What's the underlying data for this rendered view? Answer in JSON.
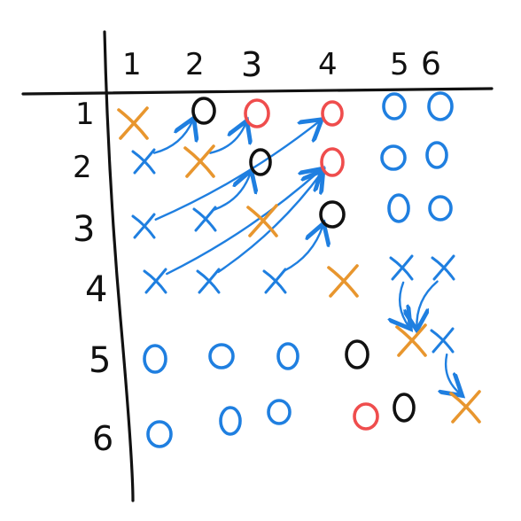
{
  "labels": {
    "columns": [
      "1",
      "2",
      "3",
      "4",
      "5",
      "6"
    ],
    "rows": [
      "1",
      "2",
      "3",
      "4",
      "5",
      "6"
    ]
  },
  "colors": {
    "ink": "#111111",
    "orange": "#e8962e",
    "blue": "#1f7fe0",
    "red": "#ef4d4d",
    "black": "#111111"
  },
  "grid": {
    "rows": [
      [
        {
          "mark": "X",
          "color": "orange"
        },
        {
          "mark": "O",
          "color": "black"
        },
        {
          "mark": "O",
          "color": "red"
        },
        {
          "mark": "O",
          "color": "red"
        },
        {
          "mark": "O",
          "color": "blue"
        },
        {
          "mark": "O",
          "color": "blue"
        }
      ],
      [
        {
          "mark": "X",
          "color": "blue"
        },
        {
          "mark": "X",
          "color": "orange"
        },
        {
          "mark": "O",
          "color": "black"
        },
        {
          "mark": "O",
          "color": "red"
        },
        {
          "mark": "O",
          "color": "blue"
        },
        {
          "mark": "O",
          "color": "blue"
        }
      ],
      [
        {
          "mark": "X",
          "color": "blue"
        },
        {
          "mark": "X",
          "color": "blue"
        },
        {
          "mark": "X",
          "color": "orange"
        },
        {
          "mark": "O",
          "color": "black"
        },
        {
          "mark": "O",
          "color": "blue"
        },
        {
          "mark": "O",
          "color": "blue"
        }
      ],
      [
        {
          "mark": "X",
          "color": "blue"
        },
        {
          "mark": "X",
          "color": "blue"
        },
        {
          "mark": "X",
          "color": "blue"
        },
        {
          "mark": "X",
          "color": "orange"
        },
        {
          "mark": "X",
          "color": "blue"
        },
        {
          "mark": "X",
          "color": "blue"
        }
      ],
      [
        {
          "mark": "O",
          "color": "blue"
        },
        {
          "mark": "O",
          "color": "blue"
        },
        {
          "mark": "O",
          "color": "blue"
        },
        {
          "mark": "O",
          "color": "black"
        },
        {
          "mark": "X",
          "color": "orange"
        },
        {
          "mark": "X",
          "color": "blue"
        }
      ],
      [
        {
          "mark": "O",
          "color": "blue"
        },
        {
          "mark": "O",
          "color": "blue"
        },
        {
          "mark": "O",
          "color": "blue"
        },
        {
          "mark": "O",
          "color": "red"
        },
        {
          "mark": "O",
          "color": "black"
        },
        {
          "mark": "X",
          "color": "orange"
        }
      ]
    ]
  },
  "arrows": [
    {
      "from": [
        2,
        1
      ],
      "to": [
        1,
        2
      ],
      "color": "blue"
    },
    {
      "from": [
        2,
        2
      ],
      "to": [
        1,
        3
      ],
      "color": "blue"
    },
    {
      "from": [
        3,
        1
      ],
      "to": [
        1,
        4
      ],
      "color": "blue"
    },
    {
      "from": [
        3,
        2
      ],
      "to": [
        2,
        3
      ],
      "color": "blue"
    },
    {
      "from": [
        4,
        1
      ],
      "to": [
        2,
        4
      ],
      "color": "blue"
    },
    {
      "from": [
        4,
        2
      ],
      "to": [
        2,
        4
      ],
      "color": "blue"
    },
    {
      "from": [
        4,
        3
      ],
      "to": [
        3,
        4
      ],
      "color": "blue"
    },
    {
      "from": [
        4,
        5
      ],
      "to": [
        5,
        5
      ],
      "color": "blue"
    },
    {
      "from": [
        4,
        6
      ],
      "to": [
        5,
        5
      ],
      "color": "blue"
    },
    {
      "from": [
        5,
        6
      ],
      "to": [
        6,
        6
      ],
      "color": "blue"
    }
  ]
}
